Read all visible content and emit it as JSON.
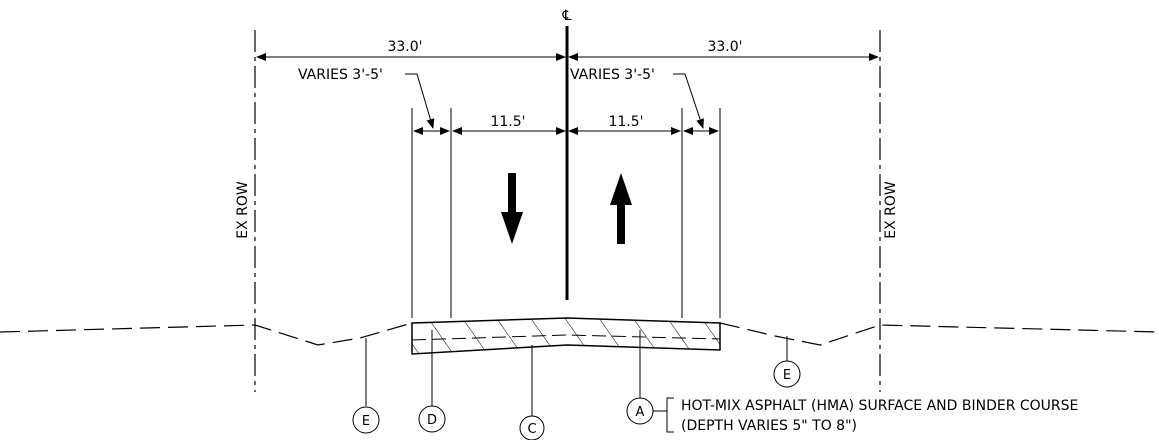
{
  "drawing": {
    "centerline_symbol": "℄",
    "dim_left_total": "33.0'",
    "dim_right_total": "33.0'",
    "varies_left": "VARIES 3'-5'",
    "varies_right": "VARIES 3'-5'",
    "lane_left_width": "11.5'",
    "lane_right_width": "11.5'",
    "row_left_label": "EX ROW",
    "row_right_label": "EX ROW",
    "callouts": {
      "e_left": "E",
      "d": "D",
      "c": "C",
      "a": "A",
      "e_right": "E"
    },
    "note_line1": "HOT-MIX ASPHALT (HMA) SURFACE AND BINDER COURSE",
    "note_line2": "(DEPTH VARIES 5\" TO 8\")"
  }
}
